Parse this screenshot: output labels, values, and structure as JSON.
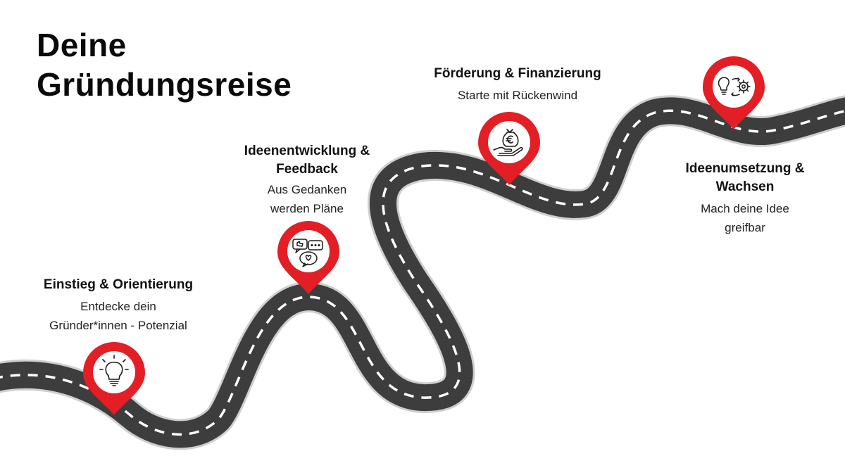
{
  "title": {
    "line1": "Deine",
    "line2": "Gründungsreise"
  },
  "colors": {
    "pin": "#e31e24",
    "road": "#3d3d3d",
    "lane": "#ffffff",
    "text": "#111111"
  },
  "stages": [
    {
      "title_lines": [
        "Einstieg & Orientierung"
      ],
      "desc_lines": [
        "Entdecke dein",
        "Gründer*innen - Potenzial"
      ],
      "icon": "lightbulb-icon"
    },
    {
      "title_lines": [
        "Ideenentwicklung &",
        "Feedback"
      ],
      "desc_lines": [
        "Aus Gedanken",
        "werden Pläne"
      ],
      "icon": "speech-bubbles-icon"
    },
    {
      "title_lines": [
        "Förderung & Finanzierung"
      ],
      "desc_lines": [
        "Starte mit Rückenwind"
      ],
      "icon": "money-bag-euro-icon"
    },
    {
      "title_lines": [
        "Ideenumsetzung &",
        "Wachsen"
      ],
      "desc_lines": [
        "Mach deine Idee",
        "greifbar"
      ],
      "icon": "lightbulb-gear-icon"
    }
  ]
}
